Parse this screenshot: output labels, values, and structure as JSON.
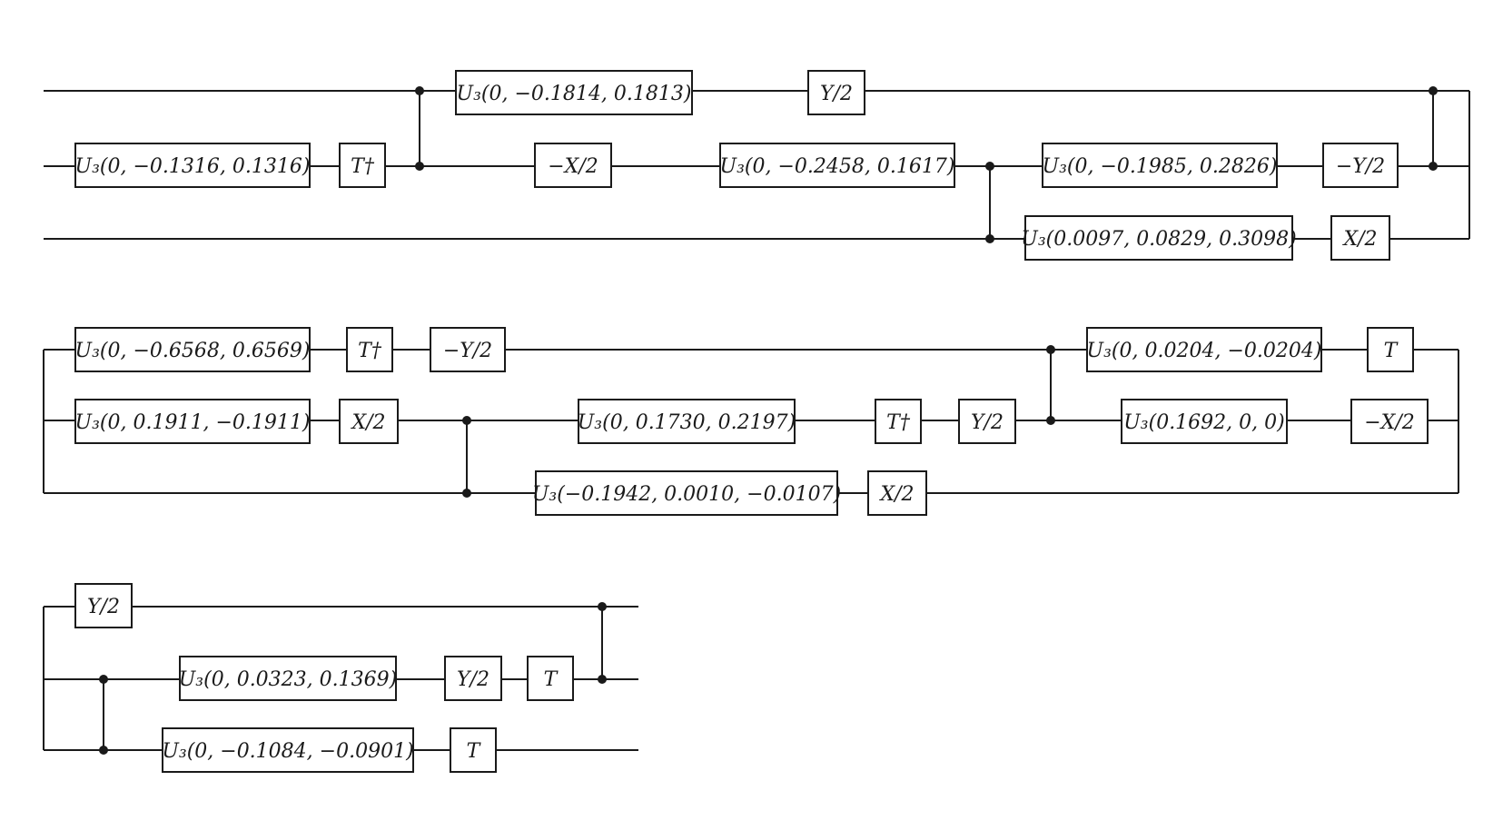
{
  "circuit": {
    "rows": [
      {
        "gates": [
          {
            "id": "r1-u1",
            "label": "U₃(0, −0.1814, 0.1813)",
            "wire": 0
          },
          {
            "id": "r1-y1",
            "label": "Y/2",
            "wire": 0
          },
          {
            "id": "r1-u2",
            "label": "U₃(0, −0.1316, 0.1316)",
            "wire": 1
          },
          {
            "id": "r1-t1",
            "label": "T†",
            "wire": 1
          },
          {
            "id": "r1-x1",
            "label": "−X/2",
            "wire": 1
          },
          {
            "id": "r1-u3",
            "label": "U₃(0, −0.2458, 0.1617)",
            "wire": 1
          },
          {
            "id": "r1-u4",
            "label": "U₃(0, −0.1985, 0.2826)",
            "wire": 1
          },
          {
            "id": "r1-y2",
            "label": "−Y/2",
            "wire": 1
          },
          {
            "id": "r1-u5",
            "label": "U₃(0.0097, 0.0829, 0.3098)",
            "wire": 2
          },
          {
            "id": "r1-x2",
            "label": "X/2",
            "wire": 2
          }
        ]
      },
      {
        "gates": [
          {
            "id": "r2-u1",
            "label": "U₃(0, −0.6568, 0.6569)",
            "wire": 0
          },
          {
            "id": "r2-t1",
            "label": "T†",
            "wire": 0
          },
          {
            "id": "r2-y1",
            "label": "−Y/2",
            "wire": 0
          },
          {
            "id": "r2-u2",
            "label": "U₃(0, 0.0204, −0.0204)",
            "wire": 0
          },
          {
            "id": "r2-t2",
            "label": "T",
            "wire": 0
          },
          {
            "id": "r2-u3",
            "label": "U₃(0, 0.1911, −0.1911)",
            "wire": 1
          },
          {
            "id": "r2-x1",
            "label": "X/2",
            "wire": 1
          },
          {
            "id": "r2-u4",
            "label": "U₃(0, 0.1730, 0.2197)",
            "wire": 1
          },
          {
            "id": "r2-t3",
            "label": "T†",
            "wire": 1
          },
          {
            "id": "r2-y2",
            "label": "Y/2",
            "wire": 1
          },
          {
            "id": "r2-u5",
            "label": "U₃(0.1692, 0, 0)",
            "wire": 1
          },
          {
            "id": "r2-x2",
            "label": "−X/2",
            "wire": 1
          },
          {
            "id": "r2-u6",
            "label": "U₃(−0.1942, 0.0010, −0.0107)",
            "wire": 2
          },
          {
            "id": "r2-x3",
            "label": "X/2",
            "wire": 2
          }
        ]
      },
      {
        "gates": [
          {
            "id": "r3-y1",
            "label": "Y/2",
            "wire": 0
          },
          {
            "id": "r3-u1",
            "label": "U₃(0, 0.0323, 0.1369)",
            "wire": 1
          },
          {
            "id": "r3-y2",
            "label": "Y/2",
            "wire": 1
          },
          {
            "id": "r3-t1",
            "label": "T",
            "wire": 1
          },
          {
            "id": "r3-u2",
            "label": "U₃(0, −0.1084, −0.0901)",
            "wire": 2
          },
          {
            "id": "r3-t2",
            "label": "T",
            "wire": 2
          }
        ]
      }
    ]
  }
}
